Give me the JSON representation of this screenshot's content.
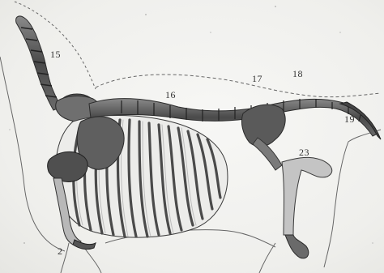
{
  "figure": {
    "style": "grayscale anatomical engraving",
    "subject": "animal skeleton in side view with outline of body",
    "labels": [
      "15",
      "16",
      "17",
      "18",
      "19",
      "23",
      "2"
    ]
  },
  "colors": {
    "paper": "#f2f2f0",
    "bone_dark": "#3a3a3a",
    "bone_mid": "#6b6b6b",
    "bone_light": "#bdbdbd",
    "outline": "#555555"
  }
}
